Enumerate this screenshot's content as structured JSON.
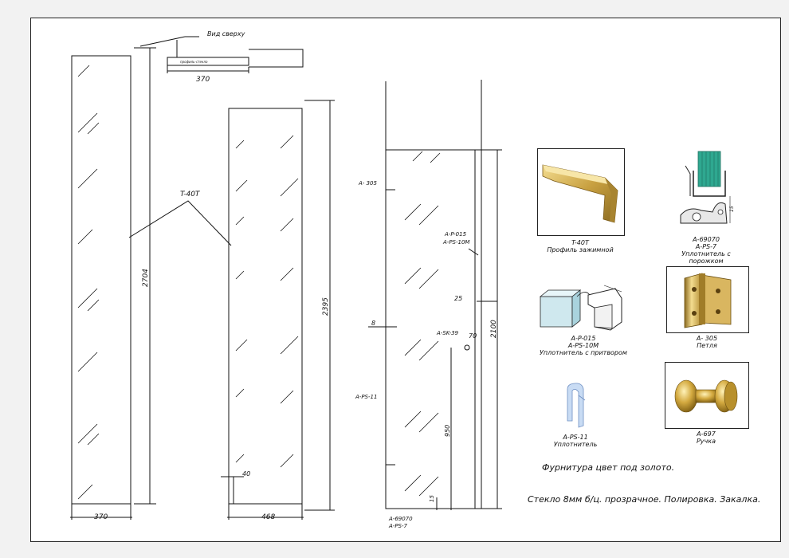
{
  "drawing": {
    "top_view": {
      "label": "Вид сверху",
      "profile_tag": "профиль-стекло",
      "width": "370"
    },
    "panel_left": {
      "width": "370",
      "height": "2704"
    },
    "panel_mid": {
      "width": "468",
      "height": "2395",
      "notch": "40"
    },
    "door": {
      "height": "2100",
      "gap": "25",
      "offset": "8",
      "handle_x": "70",
      "handle_y": "950",
      "bottom_gap": "15",
      "callouts": {
        "hinge": "A- 305",
        "profile": "A-P-015",
        "seal_10m": "A-PS-10M",
        "knob": "A-SK-39",
        "seal_11": "A-PS-11",
        "bottom_seal": "A-69070",
        "bottom_seal2": "A-PS-7"
      }
    },
    "profile_callout": "T-40T"
  },
  "parts": [
    {
      "code": "T-40T",
      "desc": "Профиль зажимной"
    },
    {
      "code": "A-69070",
      "code2": "A-PS-7",
      "desc": "Уплотнитель с порожком",
      "dim": "15"
    },
    {
      "code": "A-P-015",
      "code2": "A-PS-10M",
      "desc": "Уплотнитель с притвором"
    },
    {
      "code": "A- 305",
      "desc": "Петля"
    },
    {
      "code": "A-PS-11",
      "desc": "Уплотнитель"
    },
    {
      "code": "A-697",
      "desc": "Ручка"
    }
  ],
  "notes": {
    "fittings": "Фурнитура цвет под золото.",
    "glass": "Стекло 8мм б/ц. прозрачное. Полировка. Закалка."
  },
  "colors": {
    "gold": "#c8a040",
    "teal": "#2fa890",
    "frame": "#222222"
  }
}
